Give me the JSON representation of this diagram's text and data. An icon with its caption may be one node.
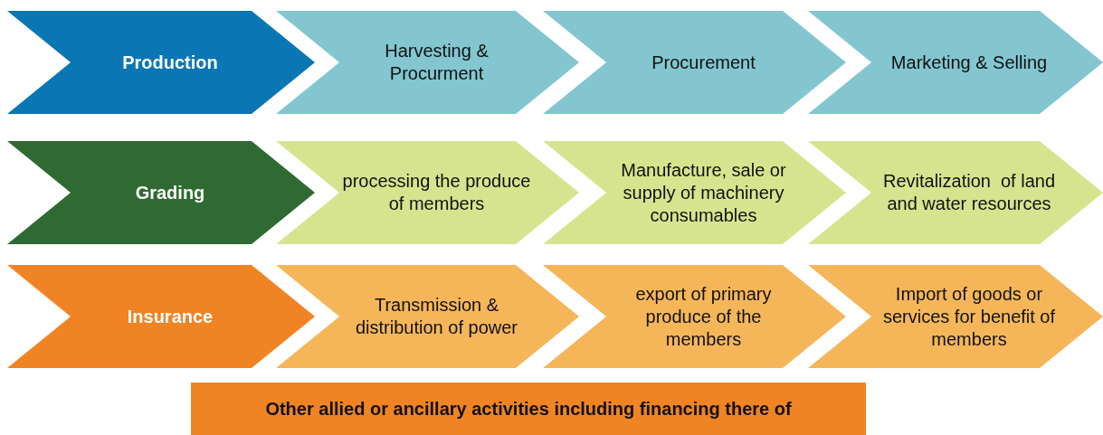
{
  "diagram": {
    "nodes": [
      {
        "text": [
          "Production"
        ]
      },
      {
        "text": [
          "Harvesting & Procurment"
        ]
      },
      {
        "text": [
          "Procurement"
        ]
      },
      {
        "text": [
          "Marketing & Selling"
        ]
      },
      {
        "text": [
          "Grading"
        ]
      },
      {
        "text": [
          "processing the produce of members"
        ]
      },
      {
        "text": [
          "Manufacture, sale or supply of machinery consumables"
        ]
      },
      {
        "text": [
          "Revitalization  of land and water resources"
        ]
      },
      {
        "text": [
          "Insurance"
        ]
      },
      {
        "text": [
          "Transmission & distribution of power"
        ]
      },
      {
        "text": [
          "export of primary produce of the members"
        ]
      },
      {
        "text": [
          "Import of goods or services for benefit of members"
        ]
      },
      {
        "text": [
          "Other allied or ancillary activities including financing there of"
        ]
      }
    ]
  }
}
